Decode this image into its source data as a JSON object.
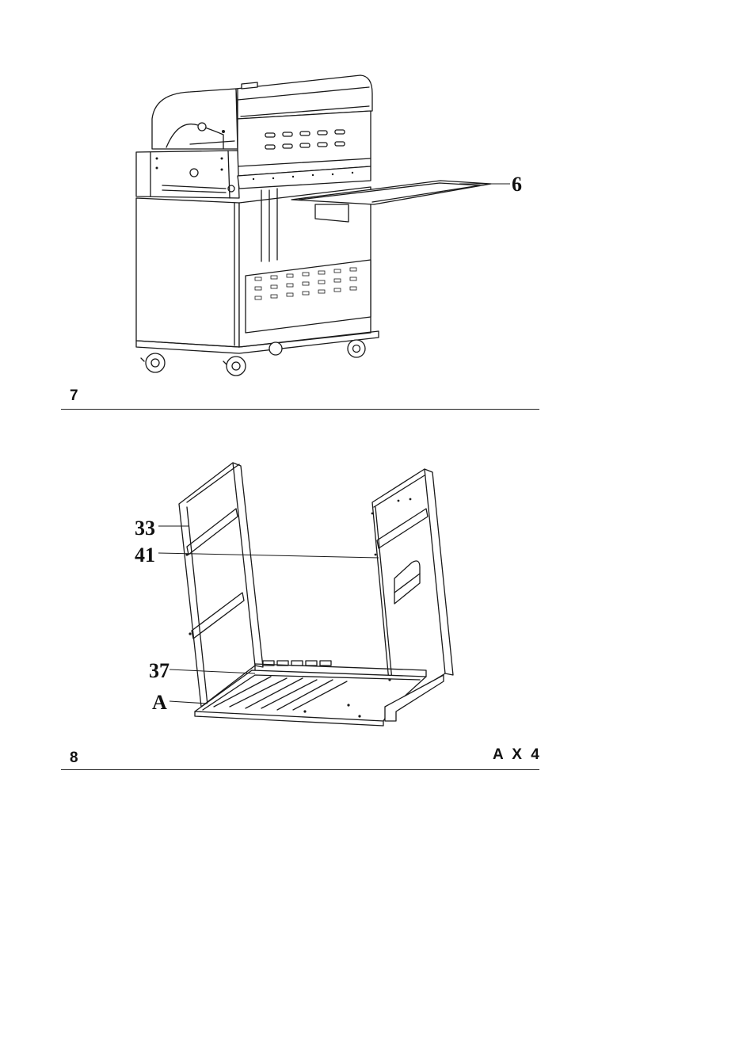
{
  "steps": [
    {
      "number": "7",
      "callouts": [
        {
          "label": "6"
        }
      ]
    },
    {
      "number": "8",
      "quantity": "A X 4",
      "callouts": [
        {
          "label": "33"
        },
        {
          "label": "41"
        },
        {
          "label": "37"
        },
        {
          "label": "A"
        }
      ]
    }
  ]
}
